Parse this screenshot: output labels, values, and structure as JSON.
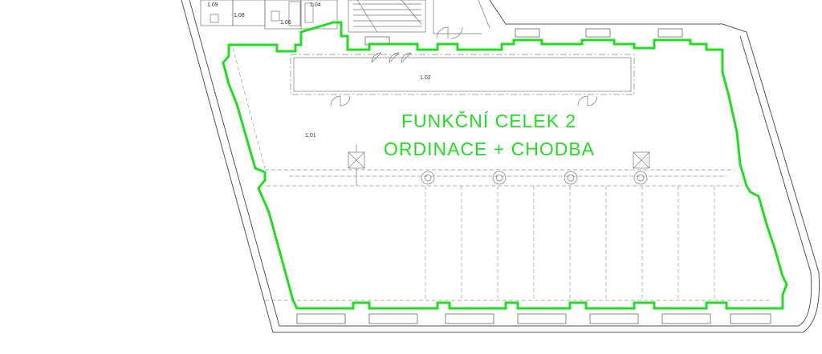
{
  "plan": {
    "zone_title": "FUNKČNÍ CELEK 2",
    "zone_subtitle": "ORDINACE + CHODBA",
    "zone_color": "#22dd22",
    "rooms": {
      "r101": "1.01",
      "r102": "1.02",
      "r104": "1.04",
      "r106": "1.06",
      "r108": "1.08",
      "r109": "1.09"
    }
  }
}
